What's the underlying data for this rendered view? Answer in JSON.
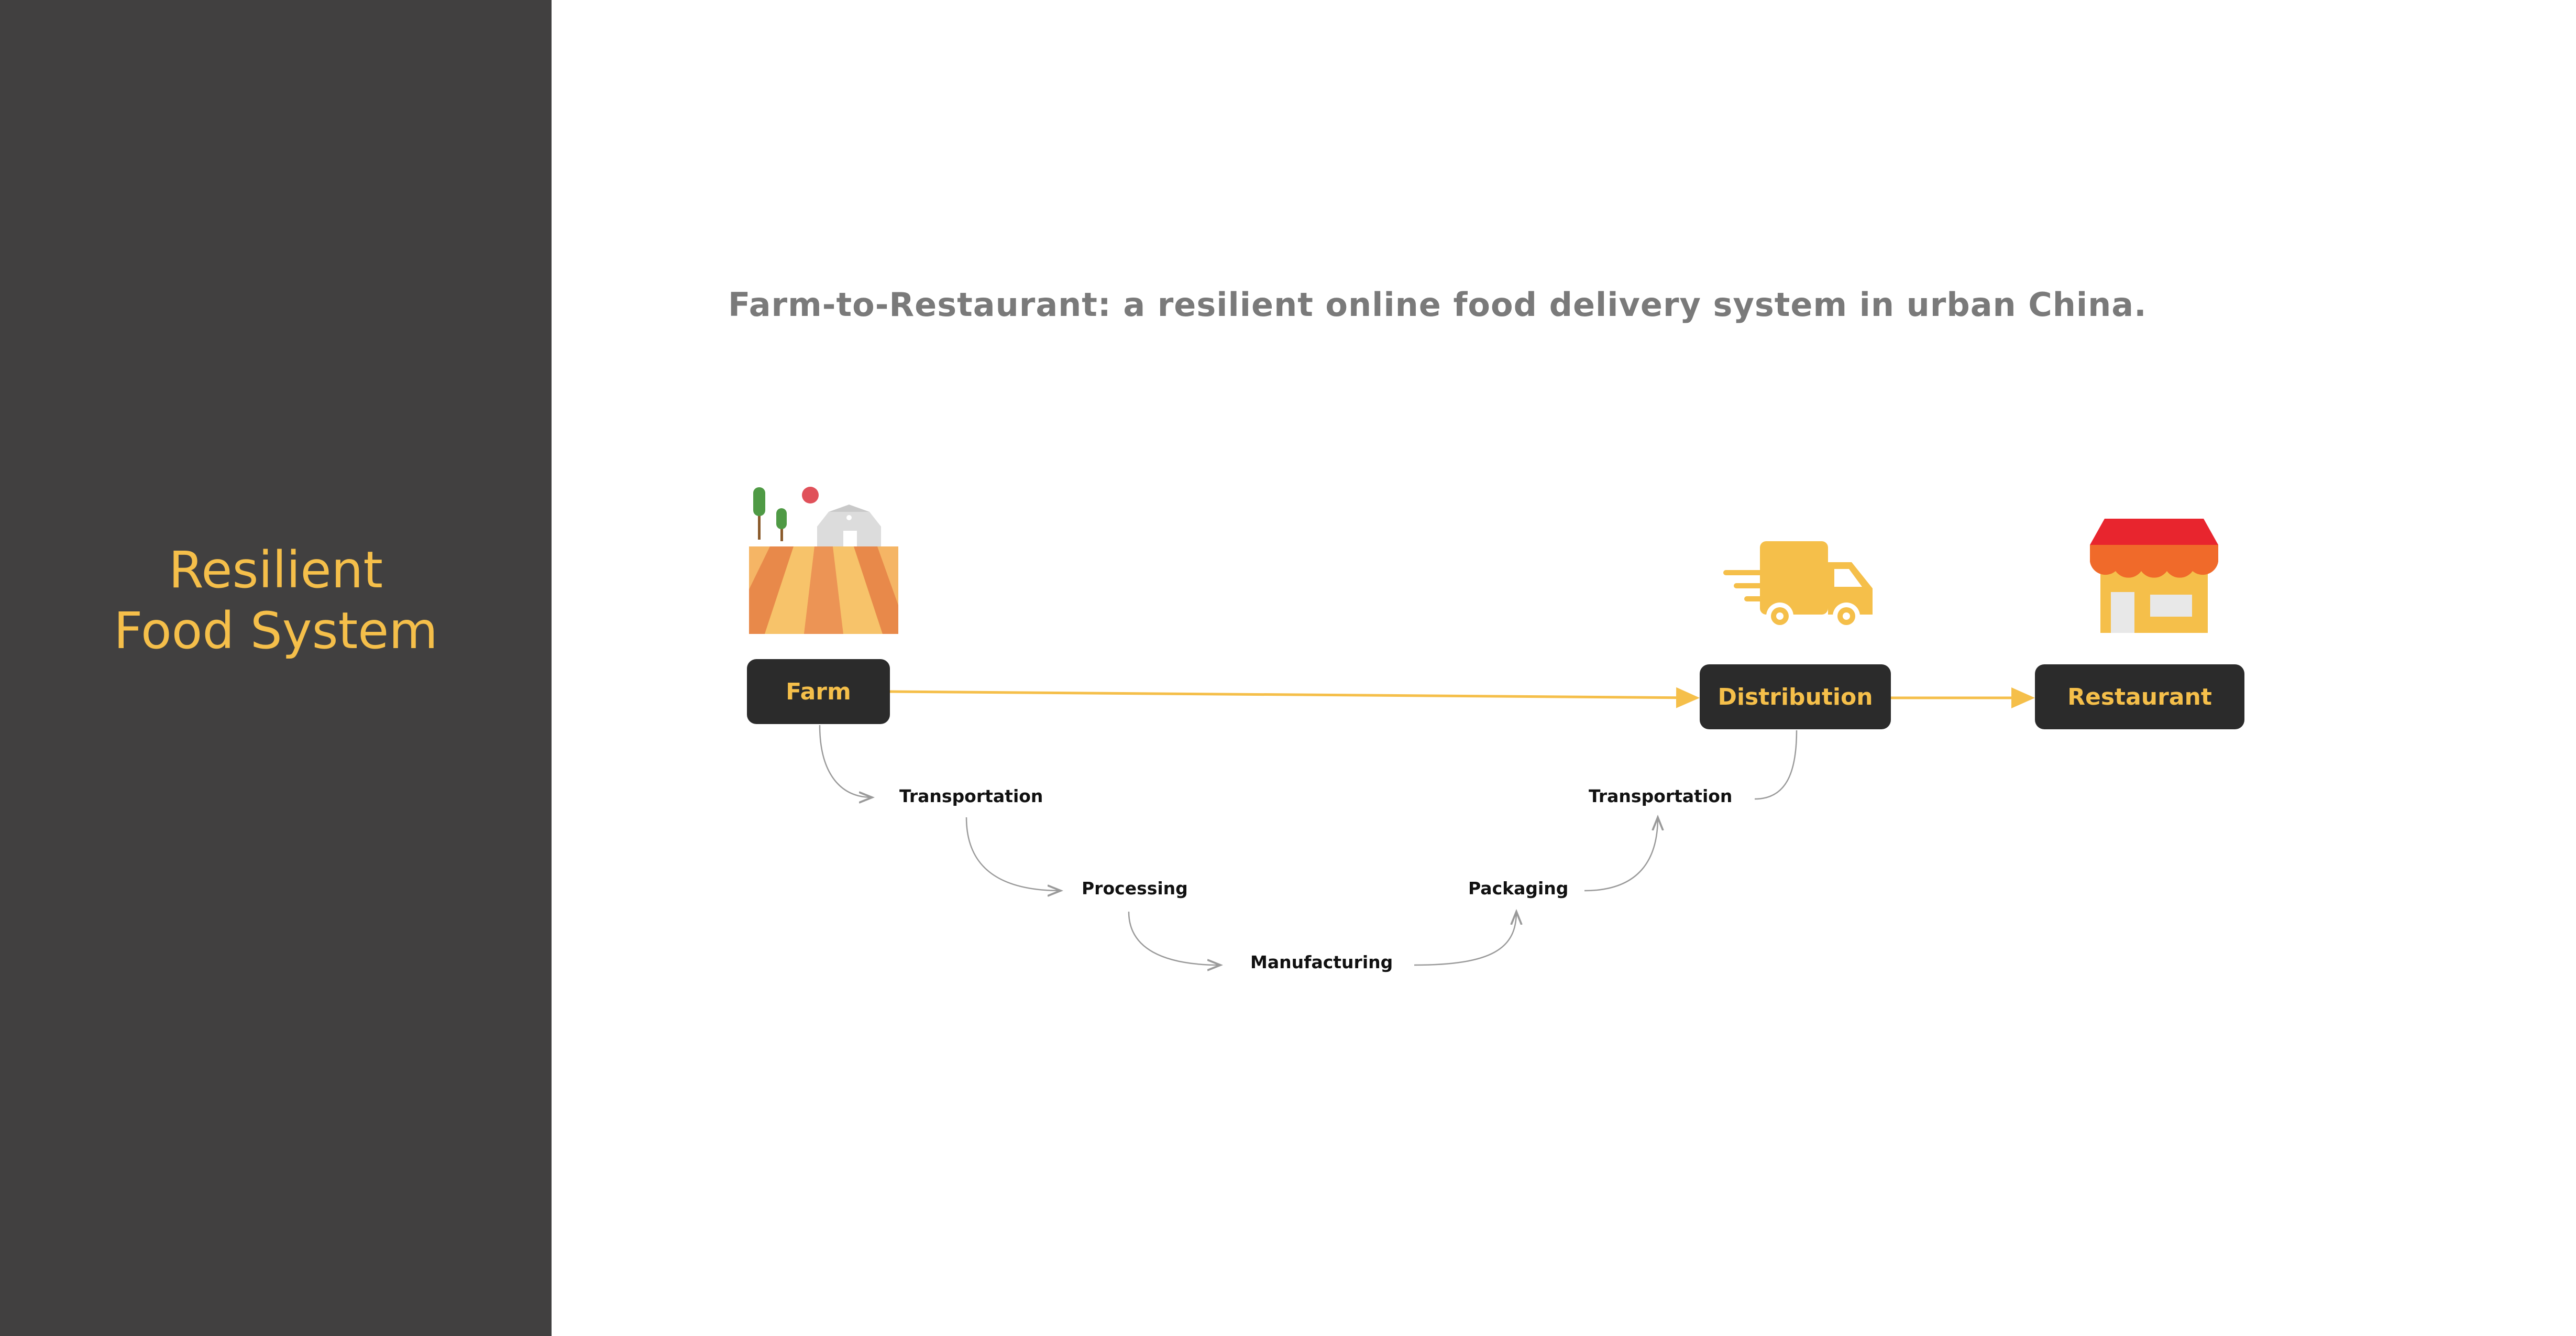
{
  "sidebar": {
    "title_line1": "Resilient",
    "title_line2": "Food System",
    "background": "#414040",
    "title_color": "#f5bf4a"
  },
  "headline": "Farm-to-Restaurant: a resilient online food delivery system in urban China.",
  "nodes": {
    "farm": "Farm",
    "distribution": "Distribution",
    "restaurant": "Restaurant"
  },
  "steps": {
    "transportation_1": "Transportation",
    "processing": "Processing",
    "manufacturing": "Manufacturing",
    "packaging": "Packaging",
    "transportation_2": "Transportation"
  },
  "icons": {
    "farm": "farm-field-icon",
    "distribution": "delivery-truck-icon",
    "restaurant": "storefront-icon"
  },
  "colors": {
    "accent": "#f5bf4a",
    "node_bg": "#2b2b2b",
    "arrow": "#f5bf4a",
    "connector": "#9a9a9a"
  }
}
